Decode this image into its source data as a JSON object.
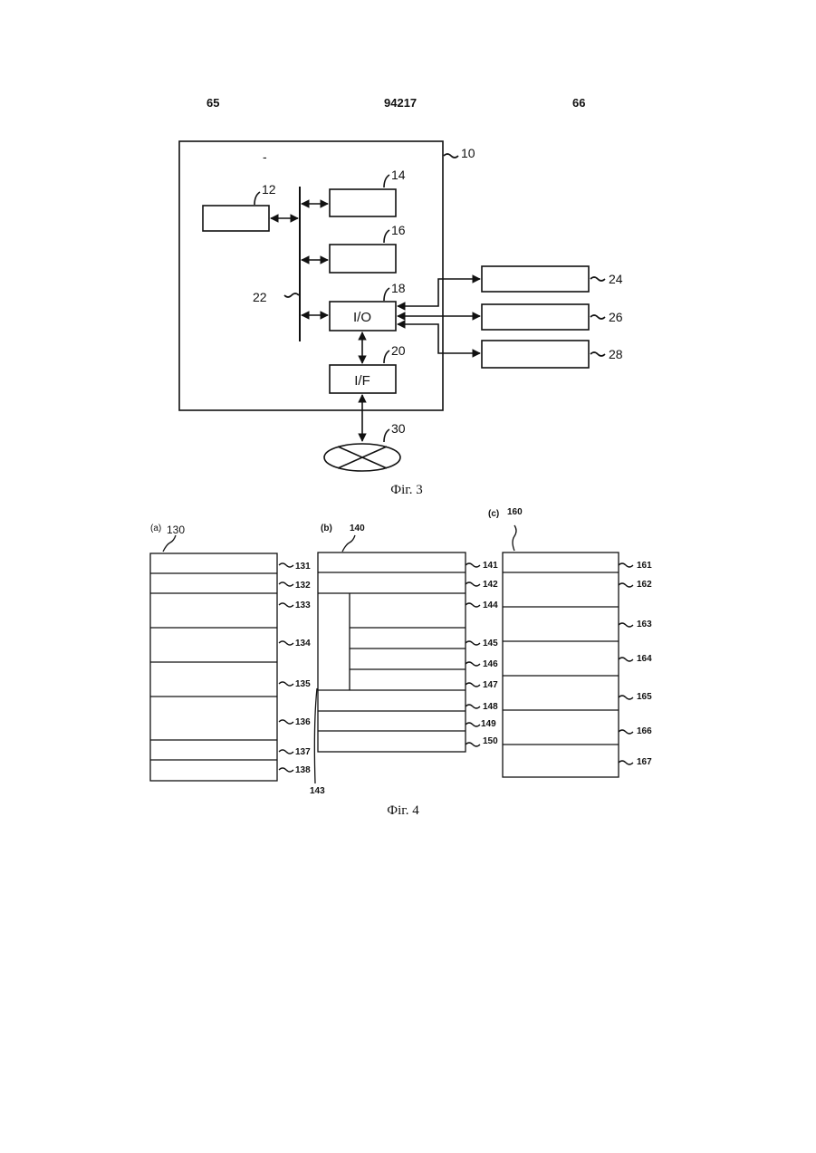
{
  "header": {
    "left": "65",
    "center": "94217",
    "right": "66"
  },
  "fig3": {
    "caption": "Фіг. 3",
    "dash": "-",
    "labels": {
      "frame": "10",
      "cpu": "12",
      "rom": "14",
      "ram": "16",
      "io": "18",
      "iface": "20",
      "bus": "22",
      "dev1": "24",
      "dev2": "26",
      "dev3": "28",
      "net": "30"
    },
    "io_text": "I/O",
    "if_text": "I/F"
  },
  "fig4": {
    "caption": "Фіг. 4",
    "a": {
      "tag": "(a)",
      "ref": "130",
      "rows": [
        "131",
        "132",
        "133",
        "134",
        "135",
        "136",
        "137",
        "138"
      ]
    },
    "b": {
      "tag": "(b)",
      "ref": "140",
      "rows": [
        "141",
        "142",
        "144",
        "145",
        "146",
        "147",
        "148",
        "149",
        "150"
      ],
      "side": "143"
    },
    "c": {
      "tag": "(c)",
      "ref": "160",
      "rows": [
        "161",
        "162",
        "163",
        "164",
        "165",
        "166",
        "167"
      ]
    }
  }
}
